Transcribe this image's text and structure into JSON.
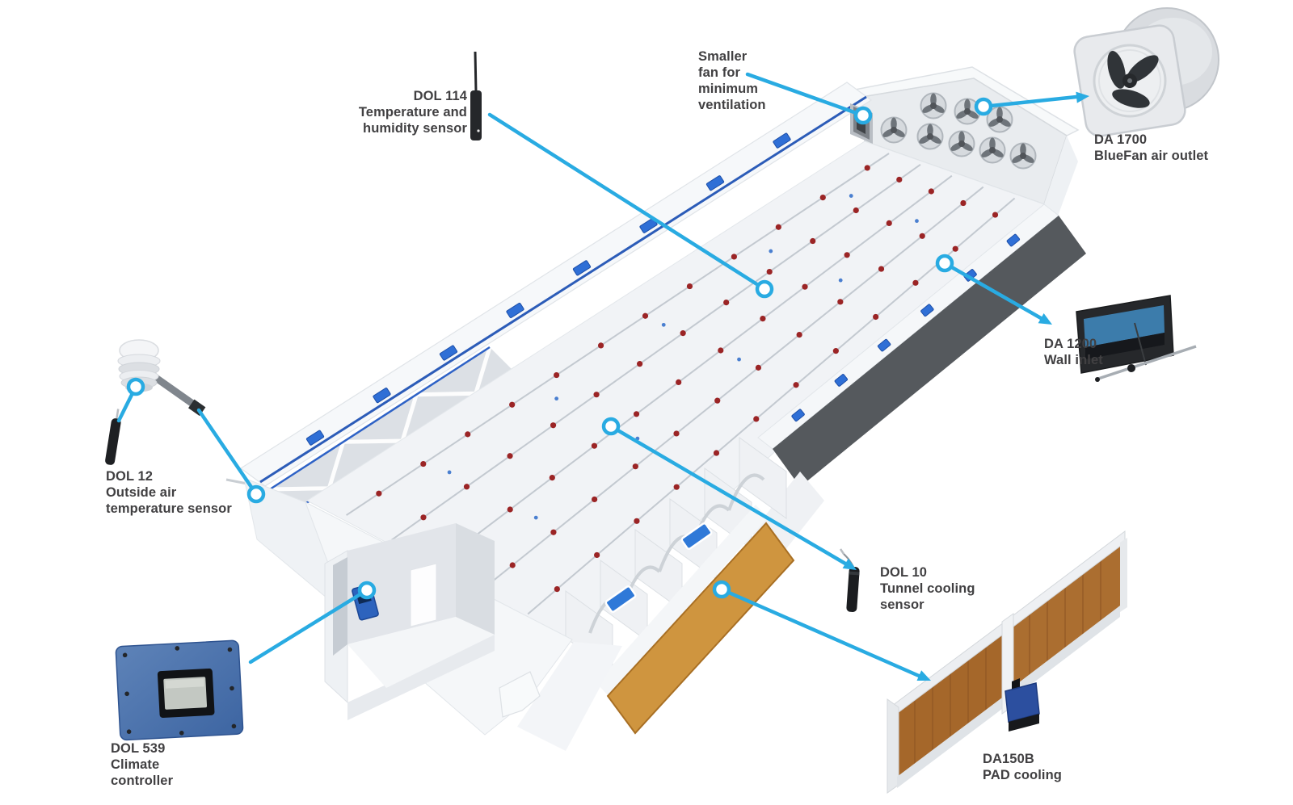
{
  "labels": {
    "dol114": {
      "lines": [
        "DOL 114",
        "Temperature and",
        "humidity sensor"
      ]
    },
    "smaller_fan": {
      "lines": [
        "Smaller",
        "fan for",
        "minimum",
        "ventilation"
      ]
    },
    "da1700": {
      "lines": [
        "DA 1700",
        "BlueFan air outlet"
      ]
    },
    "da1200": {
      "lines": [
        "DA 1200",
        "Wall inlet"
      ]
    },
    "dol12": {
      "lines": [
        "DOL 12",
        "Outside air",
        "temperature sensor"
      ]
    },
    "dol10": {
      "lines": [
        "DOL 10",
        "Tunnel cooling",
        "sensor"
      ]
    },
    "dol539": {
      "lines": [
        "DOL 539",
        "Climate",
        "controller"
      ]
    },
    "da150b": {
      "lines": [
        "DA150B",
        "PAD cooling"
      ]
    }
  },
  "colors": {
    "background": "#ffffff",
    "callout_blue": "#29abe2",
    "label_text": "#414042",
    "building_white": "#f4f6f8",
    "wall_dark_gray": "#56595d",
    "inlet_blue": "#2f6fd6",
    "pad_brown": "#a5672a",
    "controller_blue": "#4a72a8",
    "drinker_red": "#9b2425"
  }
}
